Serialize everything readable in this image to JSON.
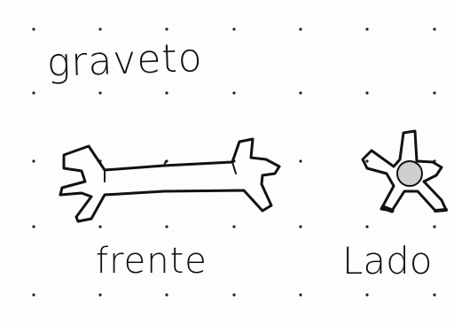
{
  "sketch": {
    "title": "graveto",
    "front_caption": "frente",
    "side_caption": "Lado"
  },
  "colors": {
    "ink": "#111111",
    "paper": "#fdfdfd",
    "dot": "#222222",
    "hole_fill": "#cfcfcf"
  },
  "icons": {
    "front_view": "twig-front-icon",
    "side_view": "twig-side-star-icon"
  }
}
